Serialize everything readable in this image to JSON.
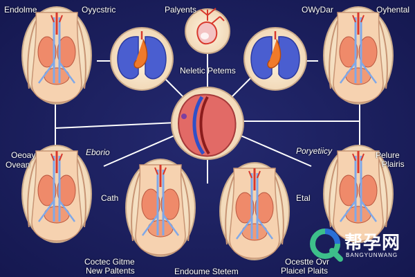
{
  "labels": {
    "top_left": "Endolme",
    "top_left2": "Oyycstric",
    "top_center": "Palyents",
    "top_right": "OWyDar",
    "top_right2": "Oyhental",
    "center": "Neletic Petems",
    "left_mid1": "Oeoay",
    "left_mid2": "Ovean",
    "left_mid3": "Eborio",
    "right_mid1": "Poryetiicy",
    "right_mid2": "Pelure",
    "right_mid3": "Plairis",
    "bottom_left1": "Cath",
    "bottom_left2": "Coctec Gitme",
    "bottom_left3": "New Paltents",
    "bottom_center": "Endoume Stetem",
    "bottom_right1": "Etal",
    "bottom_right2": "Ocestte Ovr",
    "bottom_right3": "Plaicel Plaits"
  },
  "watermark": {
    "text": "帮孕网",
    "sub": "BANGYUNWANG"
  },
  "colors": {
    "background": "#1b1f5e",
    "body": "#f6dcc0",
    "organ": "#ef8a6a",
    "vessel_blue": "#7fa8e8",
    "vessel_red": "#d8382c",
    "line": "#ffffff",
    "watermark_green": "#3dbf8a",
    "watermark_blue": "#2a6fd6"
  }
}
